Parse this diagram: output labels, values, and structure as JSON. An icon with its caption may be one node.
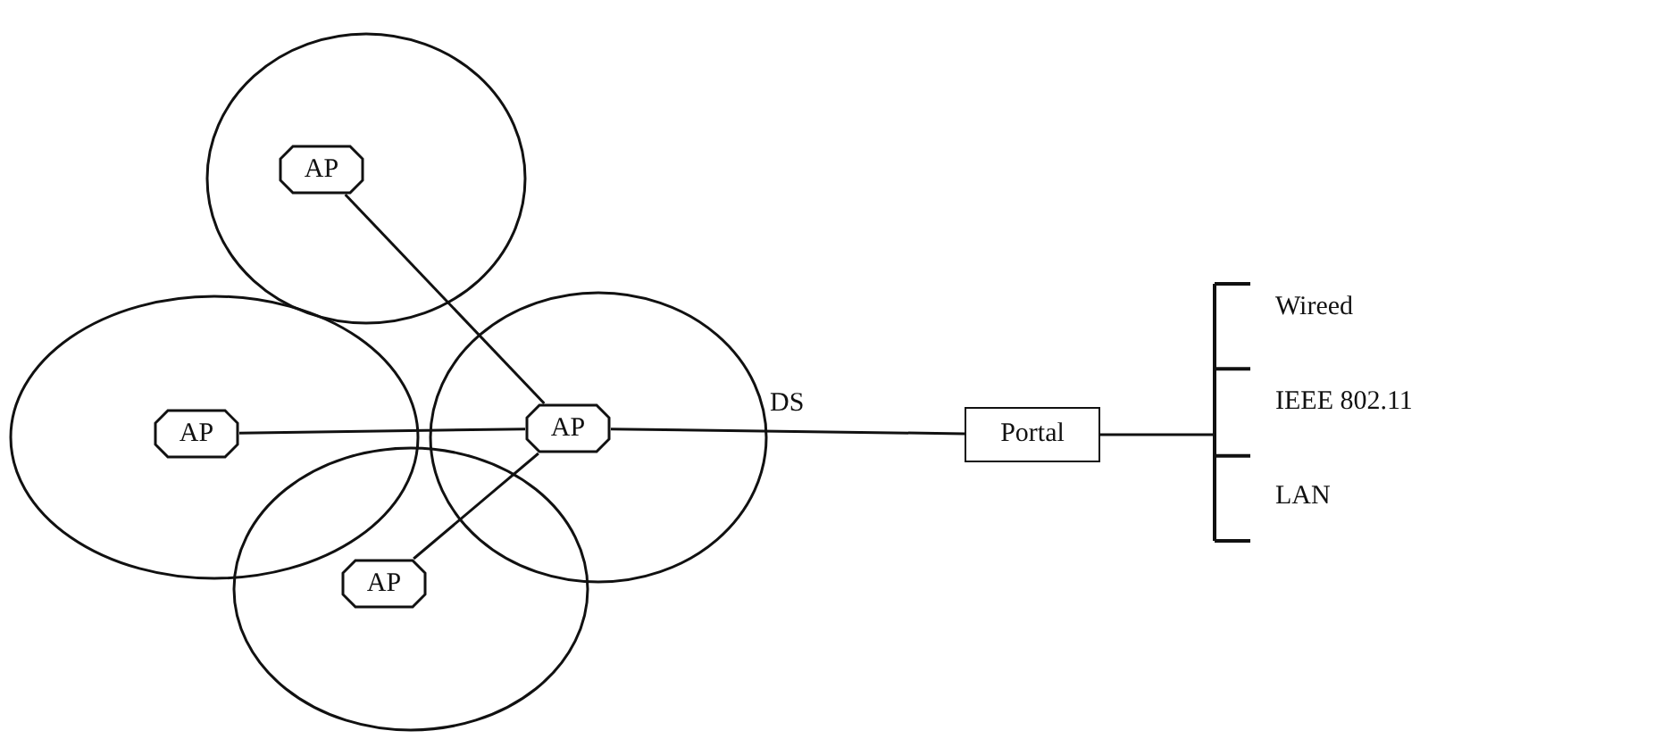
{
  "diagram": {
    "nodes": [
      {
        "text": [],
        "shape": "circle"
      },
      {
        "text": [
          "AP"
        ],
        "in": 0
      },
      {
        "text": [],
        "shape": "circle"
      },
      {
        "text": [
          "AP"
        ],
        "in": 2
      },
      {
        "text": [],
        "shape": "circle"
      },
      {
        "text": [
          "AP"
        ],
        "in": 4
      },
      {
        "text": [],
        "shape": "circle"
      },
      {
        "text": [
          "AP"
        ],
        "in": 6
      },
      {
        "text": [
          "Portal"
        ]
      },
      {
        "text": [],
        "shape": "bar",
        "beside": [
          "Wireed",
          "IEEE 802.11",
          "LAN"
        ]
      }
    ],
    "edges": [
      {
        "from": 1,
        "to": 5,
        "arrow": "none"
      },
      {
        "from": 3,
        "to": 5,
        "arrow": "none"
      },
      {
        "from": 7,
        "to": 5,
        "arrow": "none"
      },
      {
        "from": 5,
        "to": 8,
        "arrow": "none",
        "label": "DS"
      },
      {
        "from": 8,
        "to": 9,
        "arrow": "none"
      }
    ]
  }
}
